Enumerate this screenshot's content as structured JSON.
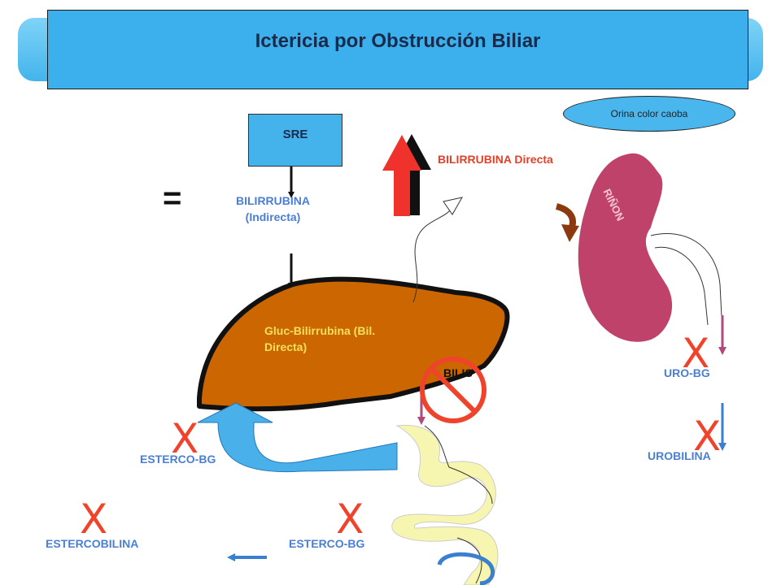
{
  "title": "Ictericia por Obstrucción Biliar",
  "sre": "SRE",
  "oval": "Orina color caoba",
  "equals": "=",
  "bilirrubina_indirecta": [
    "BILIRRUBINA",
    "(Indirecta)"
  ],
  "bilirrubina_directa": "BILIRRUBINA Directa",
  "rinon": "RIÑON",
  "gluc_bilirrubina": [
    "Gluc-Bilirrubina (Bil.",
    "Directa)"
  ],
  "bilis": "BILIS",
  "uro_bg": "URO-BG",
  "urobilina": "UROBILINA",
  "esterco_bg_upper": "ESTERCO-BG",
  "esterco_bg_lower": "ESTERCO-BG",
  "estercobilina": "ESTERCOBILINA",
  "x_mark": "X",
  "colors": {
    "banner": "#3bb0ec",
    "liver": "#cc6600",
    "kidney": "#bf426b",
    "intestine": "#f7f6b0",
    "red": "#f0432c",
    "blue_arrow": "#4a90e2"
  }
}
